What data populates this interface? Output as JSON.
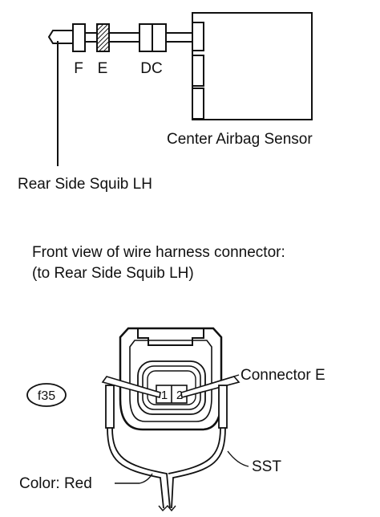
{
  "top_diagram": {
    "connector_labels": {
      "f": "F",
      "e": "E",
      "dc": "DC"
    },
    "center_sensor_label": "Center Airbag Sensor",
    "squib_label": "Rear Side Squib LH"
  },
  "connector_view": {
    "caption_line1": "Front view of wire harness connector:",
    "caption_line2": "(to Rear Side Squib LH)",
    "figure_code": "f35",
    "pin_1": "1",
    "pin_2": "2",
    "connector_e_label": "Connector E",
    "sst_label": "SST",
    "color_label": "Color: Red"
  }
}
